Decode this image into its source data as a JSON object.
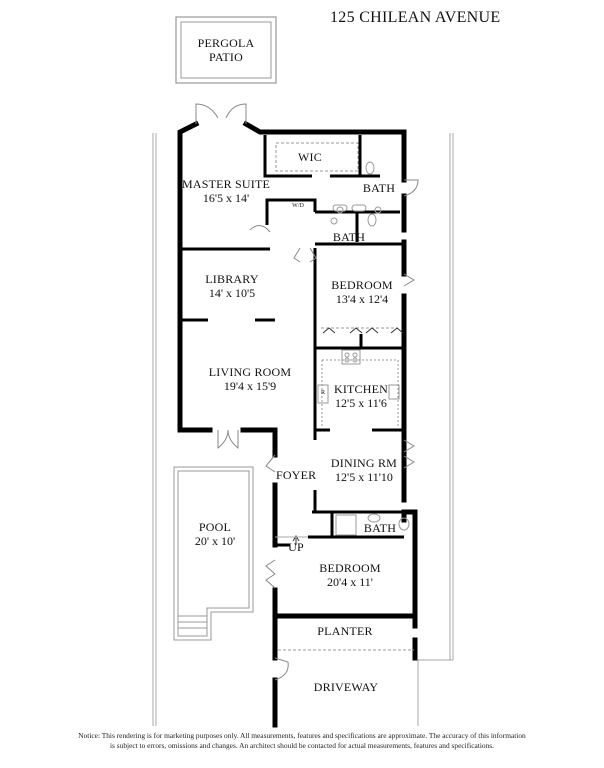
{
  "title": "125 CHILEAN AVENUE",
  "rooms": {
    "pergola": {
      "name_line1": "PERGOLA",
      "name_line2": "PATIO"
    },
    "master_suite": {
      "name": "MASTER SUITE",
      "dim": "16'5 x 14'"
    },
    "wic": {
      "name": "WIC"
    },
    "master_bath": {
      "name": "BATH"
    },
    "wd": {
      "name": "W/D"
    },
    "hall_bath": {
      "name": "BATH"
    },
    "library": {
      "name": "LIBRARY",
      "dim": "14' x 10'5"
    },
    "bedroom_1": {
      "name": "BEDROOM",
      "dim": "13'4 x 12'4"
    },
    "living_room": {
      "name": "LIVING ROOM",
      "dim": "19'4 x 15'9"
    },
    "kitchen": {
      "name": "KITCHEN",
      "dim": "12'5 x 11'6",
      "fridge": "R"
    },
    "dining": {
      "name": "DINING RM",
      "dim": "12'5 x 11'10"
    },
    "foyer": {
      "name": "FOYER"
    },
    "pool": {
      "name": "POOL",
      "dim": "20' x 10'"
    },
    "stairs": {
      "name": "UP"
    },
    "guest_bath": {
      "name": "BATH"
    },
    "bedroom_2": {
      "name": "BEDROOM",
      "dim": "20'4 x 11'"
    },
    "planter": {
      "name": "PLANTER"
    },
    "driveway": {
      "name": "DRIVEWAY"
    }
  },
  "notice": {
    "line1": "Notice: This rendering is for marketing purposes only. All measurements, features and specifications are approximate. The accuracy of this information",
    "line2": "is subject to errors, omissions and changes. An architect should be contacted for actual measurements, features and specifications."
  },
  "colors": {
    "wall": "#000000",
    "fixture": "#9a9a9a",
    "background": "#ffffff"
  }
}
